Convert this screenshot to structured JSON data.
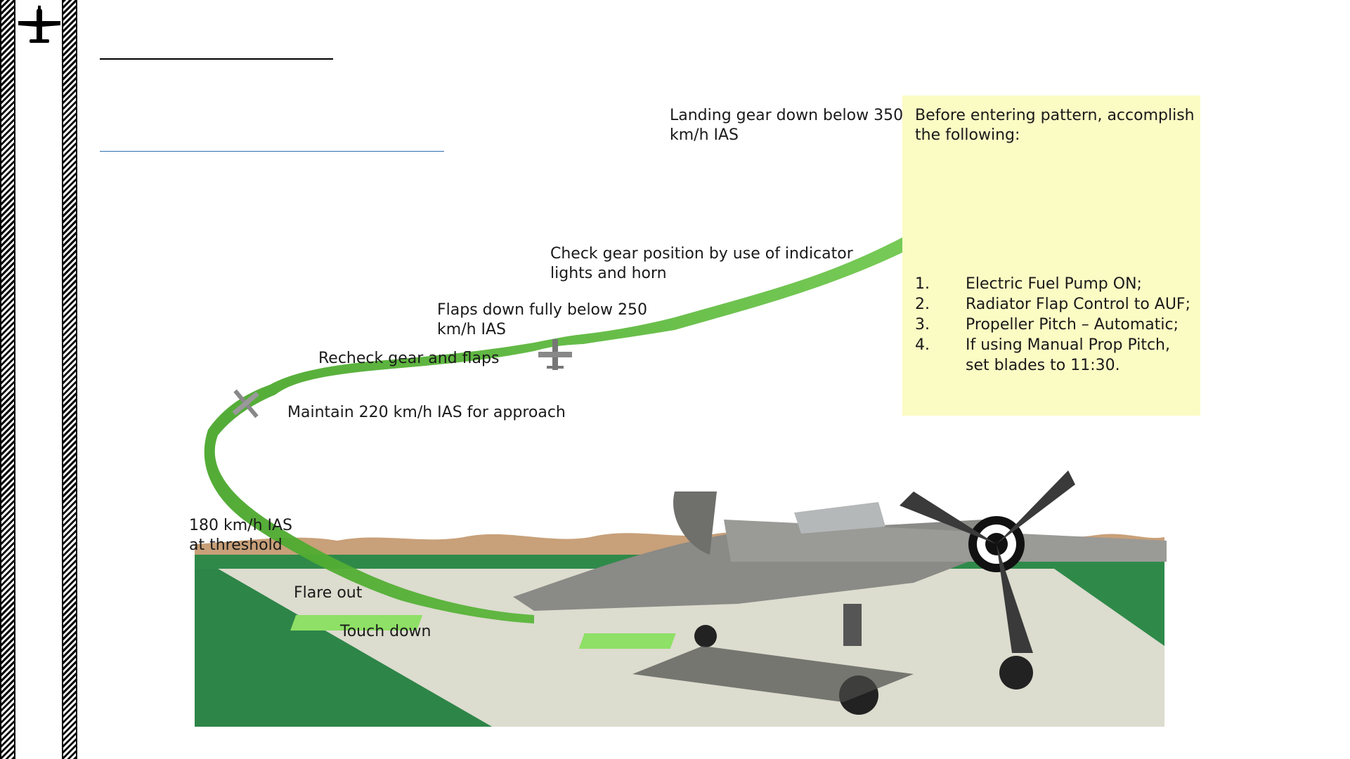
{
  "labels": {
    "landing_gear": "Landing gear down below 350\nkm/h IAS",
    "check_gear": "Check gear position by use of indicator\nlights and horn",
    "flaps_down": "Flaps down fully below 250\nkm/h IAS",
    "recheck": "Recheck gear and flaps",
    "maintain": "Maintain 220 km/h IAS for approach",
    "threshold": "180 km/h IAS\nat threshold",
    "flare": "Flare out",
    "touch": "Touch down"
  },
  "checklist": {
    "title": "Before entering pattern, accomplish\nthe following:",
    "items": [
      {
        "num": "1.",
        "text": "Electric Fuel Pump ON;"
      },
      {
        "num": "2.",
        "text": "Radiator Flap Control to AUF;"
      },
      {
        "num": "3.",
        "text": "Propeller Pitch – Automatic;"
      },
      {
        "num": "4.",
        "text": "If using Manual Prop Pitch,\nset blades to 11:30."
      }
    ]
  },
  "colors": {
    "path_green": "#5cb83a",
    "grass": "#2f8a4a",
    "runway": "#dcdccf",
    "hills": "#c8a079",
    "checklist_bg": "#fbfbc4"
  }
}
